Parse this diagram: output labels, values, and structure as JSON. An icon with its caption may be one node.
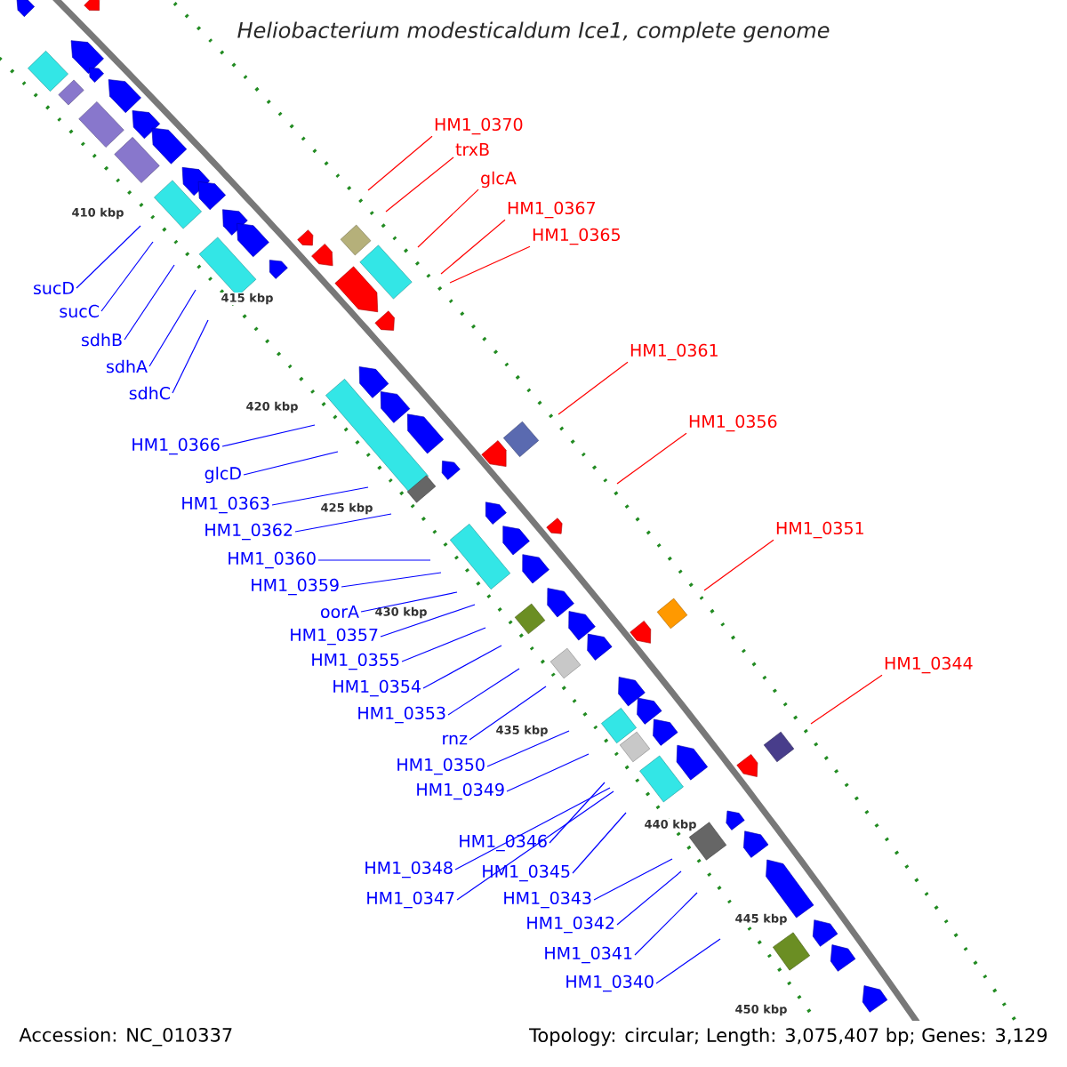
{
  "diagram": {
    "title": "Heliobacterium modesticaldum Ice1, complete genome",
    "nodes": [
      {
        "text": [
          "HM1_0370"
        ]
      },
      {
        "text": [
          "trxB"
        ]
      },
      {
        "text": [
          "glcA"
        ]
      },
      {
        "text": [
          "HM1_0367"
        ]
      },
      {
        "text": [
          "HM1_0365"
        ]
      },
      {
        "text": [
          "sucD"
        ]
      },
      {
        "text": [
          "sucC"
        ]
      },
      {
        "text": [
          "sdhB"
        ]
      },
      {
        "text": [
          "HM1_0361"
        ]
      },
      {
        "text": [
          "sdhA"
        ]
      },
      {
        "text": [
          "sdhC"
        ]
      },
      {
        "text": [
          "HM1_0356"
        ]
      },
      {
        "text": [
          "HM1_0366"
        ]
      },
      {
        "text": [
          "glcD"
        ]
      },
      {
        "text": [
          "HM1_0363"
        ]
      },
      {
        "text": [
          "HM1_0351"
        ]
      },
      {
        "text": [
          "HM1_0362"
        ]
      },
      {
        "text": [
          "HM1_0360"
        ]
      },
      {
        "text": [
          "HM1_0359"
        ]
      },
      {
        "text": [
          "oorA"
        ]
      },
      {
        "text": [
          "HM1_0357"
        ]
      },
      {
        "text": [
          "HM1_0355"
        ]
      },
      {
        "text": [
          "HM1_0344"
        ]
      },
      {
        "text": [
          "HM1_0354"
        ]
      },
      {
        "text": [
          "HM1_0353"
        ]
      },
      {
        "text": [
          "rnz"
        ]
      },
      {
        "text": [
          "HM1_0350"
        ]
      },
      {
        "text": [
          "HM1_0349"
        ]
      },
      {
        "text": [
          "HM1_0346"
        ]
      },
      {
        "text": [
          "HM1_0348"
        ]
      },
      {
        "text": [
          "HM1_0345"
        ]
      },
      {
        "text": [
          "HM1_0343"
        ]
      },
      {
        "text": [
          "HM1_0347"
        ]
      },
      {
        "text": [
          "HM1_0342"
        ]
      },
      {
        "text": [
          "HM1_0341"
        ]
      },
      {
        "text": [
          "HM1_0340"
        ]
      }
    ],
    "edges": [
      {
        "from": 0,
        "to": null,
        "arrow": "none",
        "color": "#ff0000"
      },
      {
        "from": 1,
        "to": null,
        "arrow": "none",
        "color": "#ff0000"
      },
      {
        "from": 2,
        "to": null,
        "arrow": "none",
        "color": "#ff0000"
      },
      {
        "from": 3,
        "to": null,
        "arrow": "none",
        "color": "#ff0000"
      },
      {
        "from": 4,
        "to": null,
        "arrow": "none",
        "color": "#ff0000"
      },
      {
        "from": 5,
        "to": null,
        "arrow": "none"
      },
      {
        "from": 6,
        "to": null,
        "arrow": "none"
      },
      {
        "from": 7,
        "to": null,
        "arrow": "none"
      },
      {
        "from": 8,
        "to": null,
        "arrow": "none",
        "color": "#ff0000"
      },
      {
        "from": 9,
        "to": null,
        "arrow": "none"
      },
      {
        "from": 10,
        "to": null,
        "arrow": "none"
      },
      {
        "from": 11,
        "to": null,
        "arrow": "none",
        "color": "#ff0000"
      },
      {
        "from": 12,
        "to": null,
        "arrow": "none"
      },
      {
        "from": 13,
        "to": null,
        "arrow": "none"
      },
      {
        "from": 14,
        "to": null,
        "arrow": "none"
      },
      {
        "from": 15,
        "to": null,
        "arrow": "none",
        "color": "#ff0000"
      },
      {
        "from": 16,
        "to": null,
        "arrow": "none"
      },
      {
        "from": 17,
        "to": null,
        "arrow": "none"
      },
      {
        "from": 18,
        "to": null,
        "arrow": "none"
      },
      {
        "from": 19,
        "to": null,
        "arrow": "none"
      },
      {
        "from": 20,
        "to": null,
        "arrow": "none"
      },
      {
        "from": 21,
        "to": null,
        "arrow": "none"
      },
      {
        "from": 22,
        "to": null,
        "arrow": "none",
        "color": "#ff0000"
      },
      {
        "from": 23,
        "to": null,
        "arrow": "none"
      },
      {
        "from": 24,
        "to": null,
        "arrow": "none"
      },
      {
        "from": 25,
        "to": null,
        "arrow": "none"
      },
      {
        "from": 26,
        "to": null,
        "arrow": "none"
      },
      {
        "from": 27,
        "to": null,
        "arrow": "none"
      },
      {
        "from": 28,
        "to": null,
        "arrow": "none"
      },
      {
        "from": 29,
        "to": null,
        "arrow": "none"
      },
      {
        "from": 30,
        "to": null,
        "arrow": "none"
      },
      {
        "from": 31,
        "to": null,
        "arrow": "none"
      },
      {
        "from": 32,
        "to": null,
        "arrow": "none"
      },
      {
        "from": 33,
        "to": null,
        "arrow": "none"
      },
      {
        "from": 34,
        "to": null,
        "arrow": "none"
      },
      {
        "from": 35,
        "to": null,
        "arrow": "none"
      }
    ],
    "labels": [
      "410 kbp",
      "415 kbp",
      "420 kbp",
      "425 kbp",
      "430 kbp",
      "435 kbp",
      "440 kbp",
      "445 kbp",
      "450 kbp",
      "Accession: NC_010337",
      "Topology: circular; Length: 3,075,407 bp; Genes: 3,129"
    ]
  }
}
